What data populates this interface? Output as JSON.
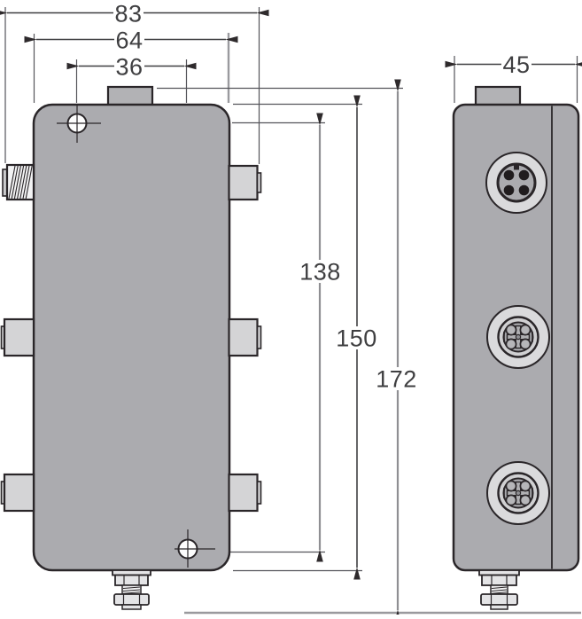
{
  "drawing": {
    "description": "dimension-drawing-junction-box",
    "views": {
      "front": "front-view",
      "side": "side-view"
    },
    "dimensions": {
      "overall_width": "83",
      "housing_width": "64",
      "hole_spacing_horizontal": "36",
      "housing_depth": "45",
      "hole_spacing_vertical": "138",
      "housing_height": "150",
      "overall_height": "172"
    },
    "colors": {
      "background": "#ffffff",
      "housing_fill": "#ababaf",
      "block_fill": "#b2b2b5",
      "connector_fill": "#d4d4d6",
      "bezel_fill": "#dadadc",
      "outline": "#2a2629",
      "dimension_line": "#3f3f41",
      "dimension_line_gray": "#8f8f93"
    }
  }
}
